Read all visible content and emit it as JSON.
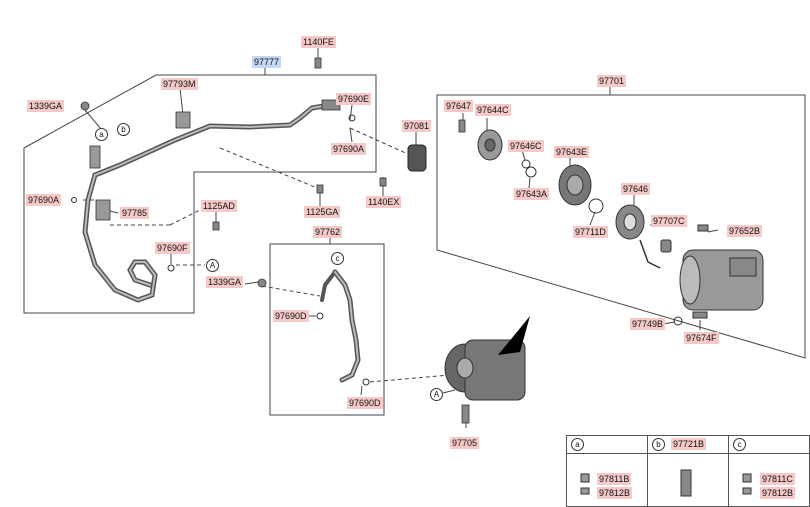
{
  "callouts": [
    "a",
    "b",
    "c",
    "A"
  ],
  "labels": {
    "p1140FE": "1140FE",
    "p97777": "97777",
    "p97793M": "97793M",
    "p1339GA_top": "1339GA",
    "p97690E": "97690E",
    "p97081": "97081",
    "p97690A_r": "97690A",
    "p97690A_l": "97690A",
    "p97785": "97785",
    "p1125AD": "1125AD",
    "p1140EX": "1140EX",
    "p1125GA": "1125GA",
    "p97762": "97762",
    "p97690F": "97690F",
    "p1339GA_mid": "1339GA",
    "p97690D_1": "97690D",
    "p97690D_2": "97690D",
    "p97705": "97705",
    "p97701": "97701",
    "p97647": "97647",
    "p97644C": "97644C",
    "p97646C": "97646C",
    "p97643E": "97643E",
    "p97643A": "97643A",
    "p97711D": "97711D",
    "p97646": "97646",
    "p97707C": "97707C",
    "p97652B": "97652B",
    "p97749B": "97749B",
    "p97674F": "97674F"
  },
  "table": {
    "col_a": "a",
    "col_b": "b",
    "col_b_part": "97721B",
    "col_c": "c",
    "a_parts": [
      "97811B",
      "97812B"
    ],
    "c_parts": [
      "97811C",
      "97812B"
    ]
  },
  "colors": {
    "label_bg": "#f6c9c9",
    "highlight_bg": "#c4d8f5",
    "line": "#444444"
  }
}
